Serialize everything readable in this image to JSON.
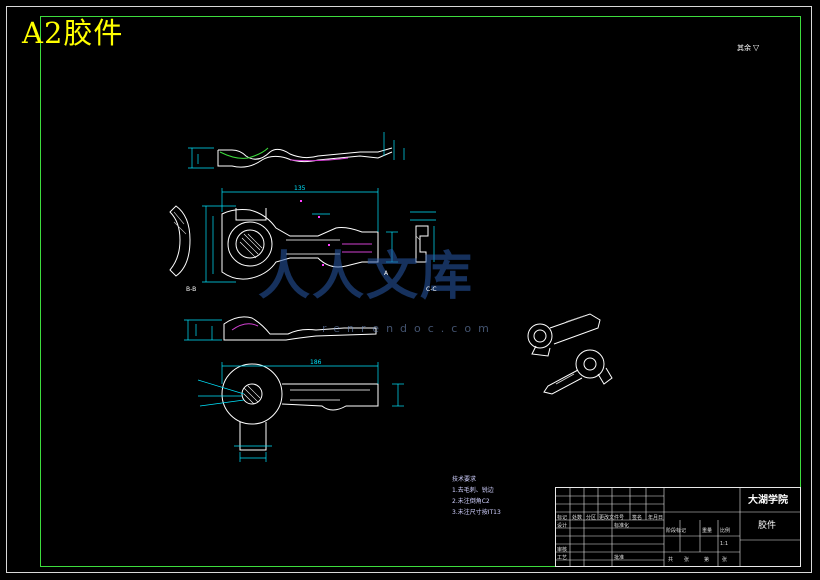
{
  "sheet": {
    "title_tag": "A2胶件",
    "roughness_note": "其余",
    "roughness_symbol": "▽",
    "watermark_text": "人人文库",
    "watermark_url": "renrendoc.com"
  },
  "views": {
    "section_bb": "B-B",
    "section_cc": "C-C",
    "section_a": "A",
    "dim_135": "135",
    "dim_186": "186"
  },
  "notes": {
    "title": "技术要求",
    "lines": [
      "1.去毛刺、锐边",
      "2.未注倒角C2",
      "3.未注尺寸按IT13"
    ]
  },
  "title_block": {
    "school": "大湖学院",
    "part_name": "胶件",
    "labels": [
      "标记",
      "处数",
      "分区",
      "更改文件号",
      "签名",
      "年月日",
      "设计",
      "标准化",
      "审核",
      "工艺",
      "批准",
      "阶段标记",
      "重量",
      "比例",
      "共",
      "张",
      "第",
      "张"
    ],
    "scale": "1:1"
  },
  "colors": {
    "frame": "#d8d8d8",
    "inner_border": "#3ddc3d",
    "geometry": "#ffffff",
    "dimension": "#00e5ff",
    "title_tag": "#ffff00"
  }
}
